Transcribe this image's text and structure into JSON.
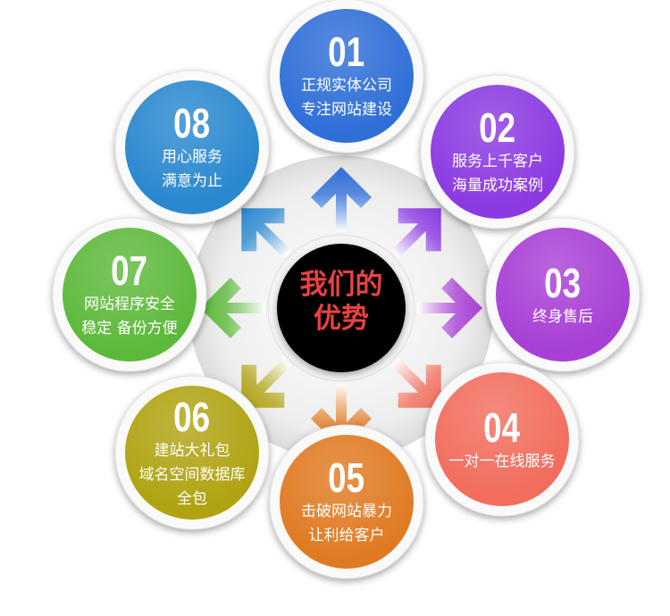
{
  "center": {
    "line1": "我们的",
    "line2": "优势"
  },
  "items": [
    {
      "number": "01",
      "lines": [
        "正规实体公司",
        "专注网站建设"
      ],
      "color": "#2f6fd8"
    },
    {
      "number": "02",
      "lines": [
        "服务上千客户",
        "海量成功案例"
      ],
      "color": "#8b3ae2"
    },
    {
      "number": "03",
      "lines": [
        "终身售后"
      ],
      "color": "#a83fd6"
    },
    {
      "number": "04",
      "lines": [
        "一对一在线服务"
      ],
      "color": "#f26d5d"
    },
    {
      "number": "05",
      "lines": [
        "击破网站暴力",
        "让利给客户"
      ],
      "color": "#e07a22"
    },
    {
      "number": "06",
      "lines": [
        "建站大礼包",
        "域名空间数据库",
        "全包"
      ],
      "color": "#b0a312"
    },
    {
      "number": "07",
      "lines": [
        "网站程序安全",
        "稳定 备份方便"
      ],
      "color": "#5db93b"
    },
    {
      "number": "08",
      "lines": [
        "用心服务",
        "满意为止"
      ],
      "color": "#2a88cf"
    }
  ]
}
